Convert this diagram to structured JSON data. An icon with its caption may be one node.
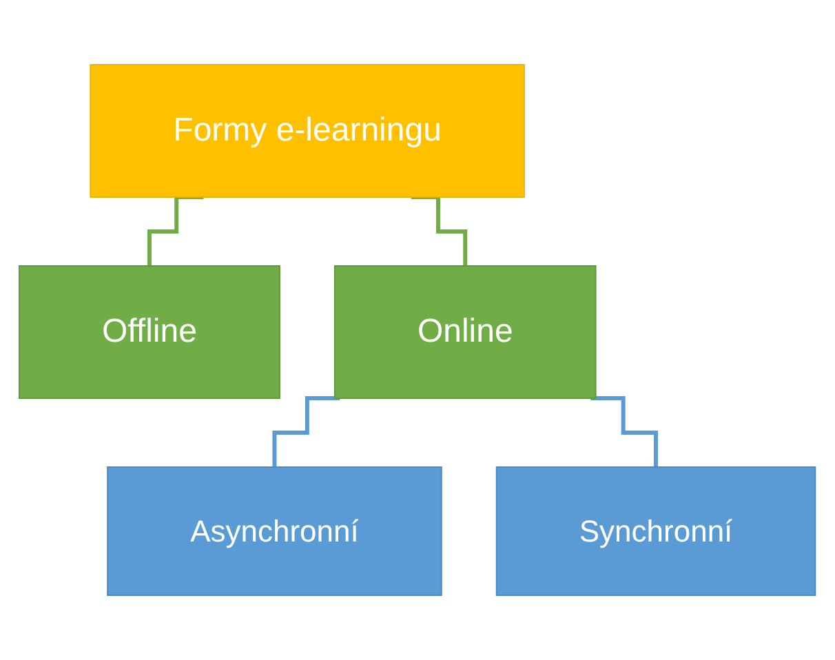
{
  "diagram": {
    "nodes": [
      {
        "text": [
          "Formy e-learningu"
        ]
      },
      {
        "text": [
          "Offline"
        ]
      },
      {
        "text": [
          "Online"
        ]
      },
      {
        "text": [
          "Asynchronní"
        ]
      },
      {
        "text": [
          "Synchronní"
        ]
      }
    ],
    "edges": [
      {
        "from": 0,
        "to": 1,
        "arrow": "none",
        "color": "#70ad47"
      },
      {
        "from": 0,
        "to": 2,
        "arrow": "none",
        "color": "#70ad47"
      },
      {
        "from": 2,
        "to": 3,
        "arrow": "none",
        "color": "#5b9bd5"
      },
      {
        "from": 2,
        "to": 4,
        "arrow": "none",
        "color": "#5b9bd5"
      }
    ]
  }
}
